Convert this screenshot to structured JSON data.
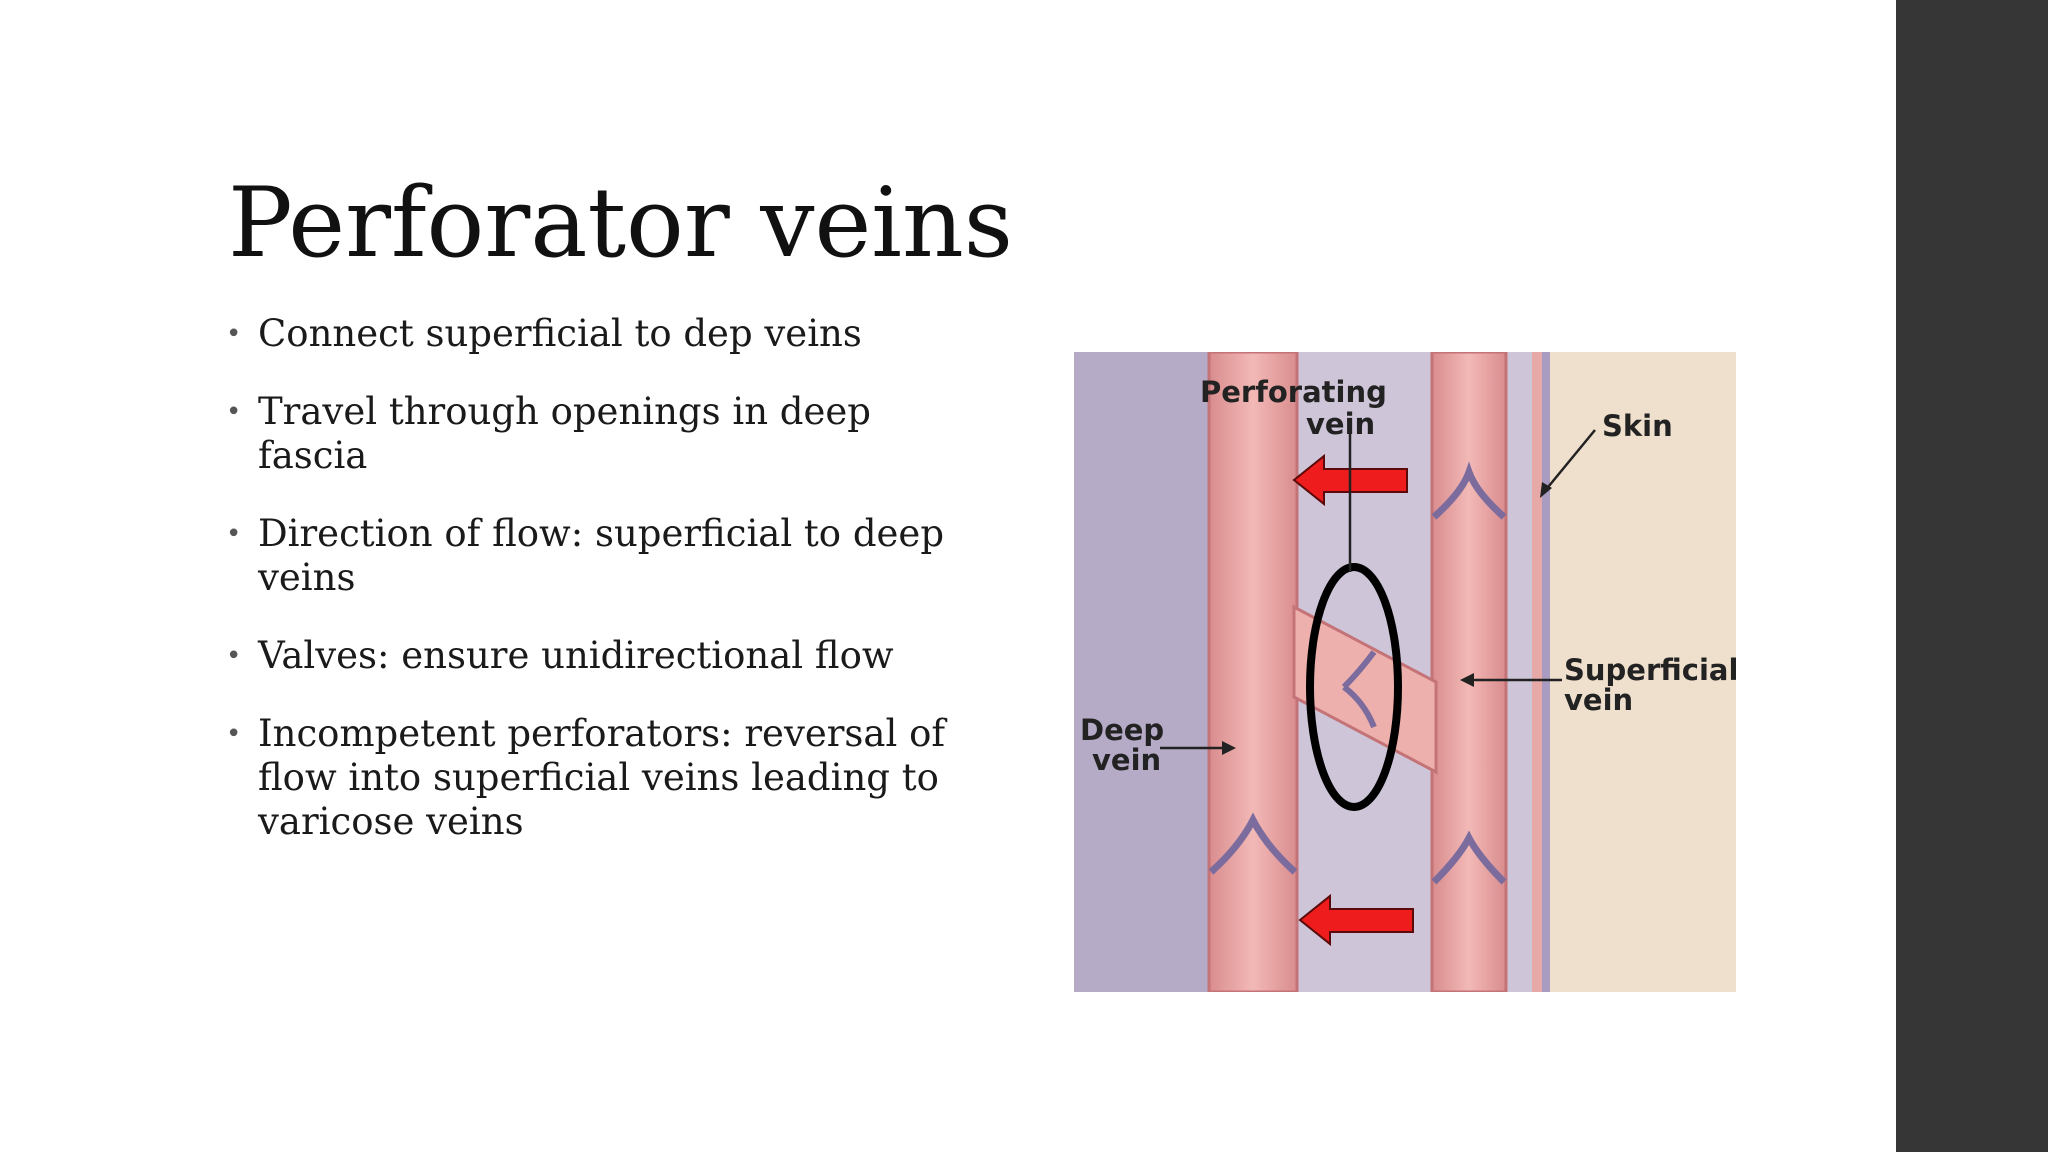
{
  "slide": {
    "title": "Perforator veins",
    "bullets": [
      {
        "lines": [
          "Connect superficial to dep veins"
        ]
      },
      {
        "lines": [
          "Travel through openings in deep",
          "fascia"
        ]
      },
      {
        "lines": [
          "Direction of flow: superficial to deep",
          "veins"
        ]
      },
      {
        "lines": [
          "Valves: ensure unidirectional flow"
        ]
      },
      {
        "lines": [
          "Incompetent perforators: reversal of",
          "flow into superficial veins leading to",
          "varicose veins"
        ]
      }
    ]
  },
  "figure": {
    "labels": {
      "perforating_1": "Perforating",
      "perforating_2": "vein",
      "skin": "Skin",
      "superficial_1": "Superficial",
      "superficial_2": "vein",
      "deep_1": "Deep",
      "deep_2": "vein"
    },
    "colors": {
      "background_left": "#b3a8c4",
      "background_mid": "#cfc6d8",
      "skin": "#eee0cc",
      "vein": "#e9a5a4",
      "vein_edge": "#c97a7d",
      "valve": "#7a6a9a",
      "arrow": "#ee1c1c"
    }
  },
  "theme": {
    "sidebar_color": "#363636"
  }
}
